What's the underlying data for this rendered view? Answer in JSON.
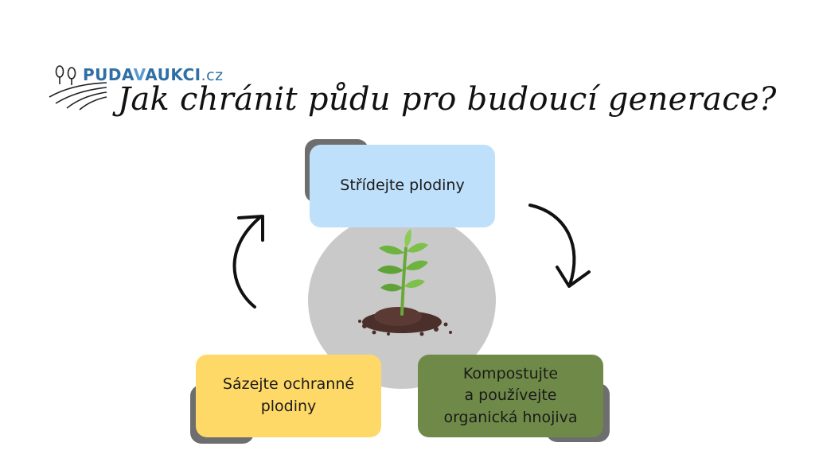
{
  "logo": {
    "part1": "PUDA",
    "part2": "V",
    "part3": "AUKCI",
    "part4": ".cz"
  },
  "title": "Jak chránit půdu pro budoucí generace?",
  "cycle": {
    "steps": [
      {
        "label": "Střídejte plodiny",
        "color": "#bfe0fa"
      },
      {
        "label": "Kompostujte\na používejte\norganická hnojiva",
        "color": "#6f8a48"
      },
      {
        "label": "Sázejte ochranné\nplodiny",
        "color": "#ffd968"
      }
    ]
  },
  "center_icon": "plant-sprout-in-soil-icon",
  "colors": {
    "brand_blue": "#2f6fa5",
    "brand_light_blue": "#5b9bd5",
    "circle_gray": "#c9c9c9",
    "shadow_gray": "#6e6e6e"
  }
}
